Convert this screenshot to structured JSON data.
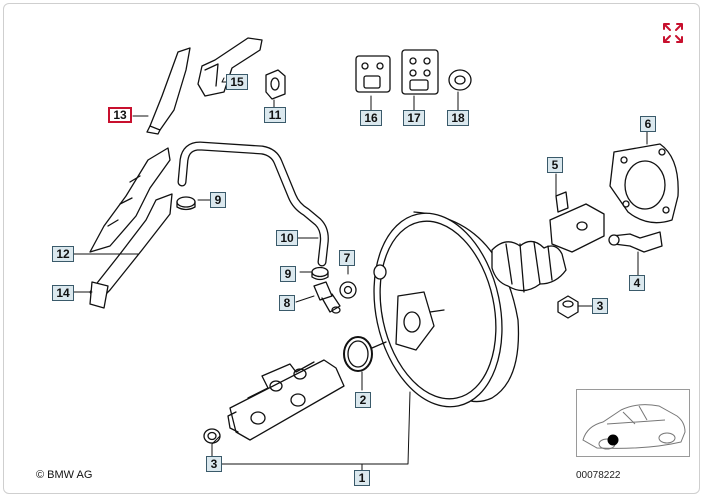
{
  "copyright": "© BMW AG",
  "doc_number": "00078222",
  "selected_part": "14",
  "accent_color": "#c8102e",
  "label_bg_color": "#dbe8ee",
  "expand_icon": "expand-arrows-icon",
  "callouts": [
    {
      "id": "c1",
      "text": "1"
    },
    {
      "id": "c2",
      "text": "2"
    },
    {
      "id": "c3a",
      "text": "3"
    },
    {
      "id": "c3b",
      "text": "3"
    },
    {
      "id": "c4",
      "text": "4"
    },
    {
      "id": "c5",
      "text": "5"
    },
    {
      "id": "c6",
      "text": "6"
    },
    {
      "id": "c7",
      "text": "7"
    },
    {
      "id": "c8",
      "text": "8"
    },
    {
      "id": "c9a",
      "text": "9"
    },
    {
      "id": "c9b",
      "text": "9"
    },
    {
      "id": "c10",
      "text": "10"
    },
    {
      "id": "c11",
      "text": "11"
    },
    {
      "id": "c12",
      "text": "12"
    },
    {
      "id": "c13",
      "text": "13"
    },
    {
      "id": "c14",
      "text": "14"
    },
    {
      "id": "c15",
      "text": "15"
    },
    {
      "id": "c16",
      "text": "16"
    },
    {
      "id": "c17",
      "text": "17"
    },
    {
      "id": "c18",
      "text": "18"
    }
  ]
}
